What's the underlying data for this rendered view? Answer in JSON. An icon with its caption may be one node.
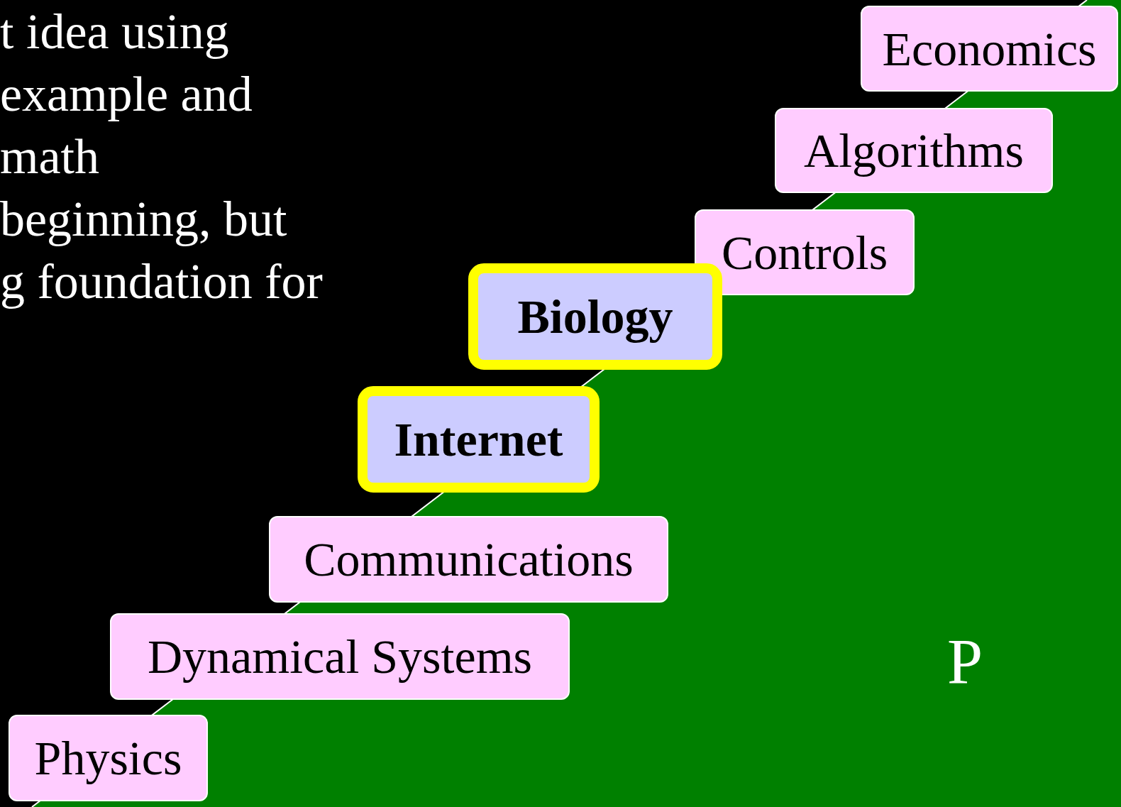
{
  "diagram": {
    "nodes": [
      {
        "text": [
          "Economics"
        ]
      },
      {
        "text": [
          "Algorithms"
        ]
      },
      {
        "text": [
          "Controls"
        ]
      },
      {
        "text": [
          "Biology"
        ]
      },
      {
        "text": [
          "Internet"
        ]
      },
      {
        "text": [
          "Communications"
        ]
      },
      {
        "text": [
          "Dynamical Systems"
        ]
      },
      {
        "text": [
          "Physics"
        ]
      }
    ],
    "labels": [
      "t idea using",
      "example and",
      "math",
      "beginning, but",
      "g foundation for",
      "P"
    ]
  }
}
